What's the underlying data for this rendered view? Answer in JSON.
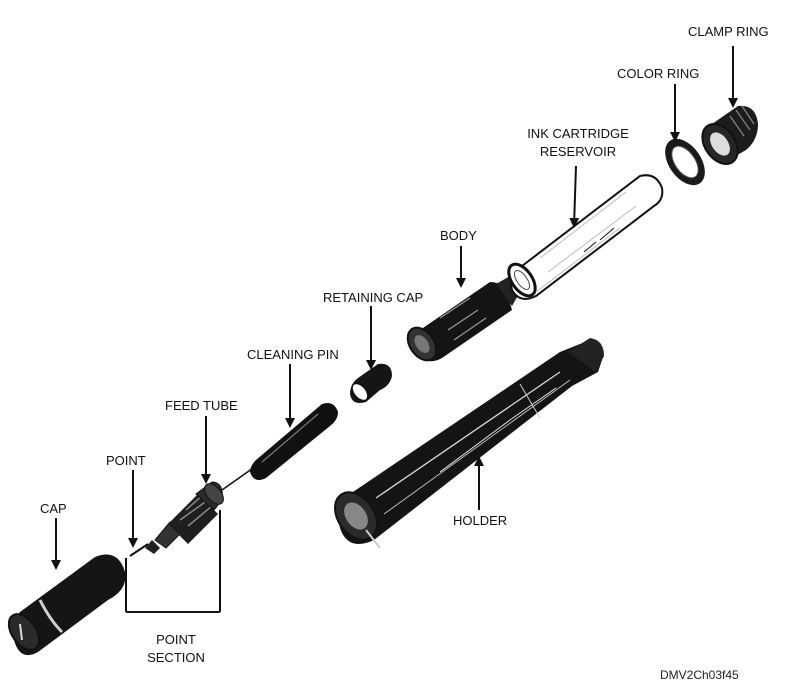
{
  "labels": {
    "clamp_ring": "CLAMP RING",
    "color_ring": "COLOR RING",
    "ink_cartridge_line1": "INK CARTRIDGE",
    "ink_cartridge_line2": "RESERVOIR",
    "body": "BODY",
    "retaining_cap": "RETAINING CAP",
    "cleaning_pin": "CLEANING PIN",
    "feed_tube": "FEED TUBE",
    "point": "POINT",
    "cap": "CAP",
    "holder": "HOLDER",
    "point_section_line1": "POINT",
    "point_section_line2": "SECTION"
  },
  "figure_id": "DMV2Ch03f45"
}
